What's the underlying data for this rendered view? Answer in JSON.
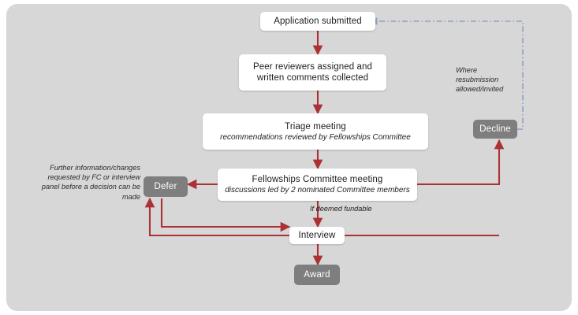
{
  "diagram": {
    "title": "Fellowship application decision flow",
    "background_color": "#d7d7d7",
    "arrow_color": "#ab3134",
    "resubmission_arrow_color": "#8ea2c2",
    "gray_node_color": "#7e7e7e"
  },
  "nodes": {
    "application_submitted": {
      "label": "Application submitted"
    },
    "peer_reviewers": {
      "line1": "Peer reviewers assigned and",
      "line2": "written comments collected"
    },
    "triage_meeting": {
      "title": "Triage meeting",
      "subtitle": "recommendations reviewed by Fellowships Committee"
    },
    "fellowships_committee_meeting": {
      "title": "Fellowships Committee meeting",
      "subtitle": "discussions led by 2 nominated Committee members"
    },
    "interview": {
      "label": "Interview"
    },
    "decline": {
      "label": "Decline"
    },
    "defer": {
      "label": "Defer"
    },
    "award": {
      "label": "Award"
    }
  },
  "labels": {
    "if_deemed_fundable": "If deemed fundable",
    "resubmission": {
      "line1": "Where",
      "line2": "resubmission",
      "line3": "allowed/invited"
    },
    "defer_note": {
      "line1": "Further information/changes",
      "line2": "requested by FC or interview",
      "line3": "panel before a decision can be",
      "line4": "made"
    }
  }
}
